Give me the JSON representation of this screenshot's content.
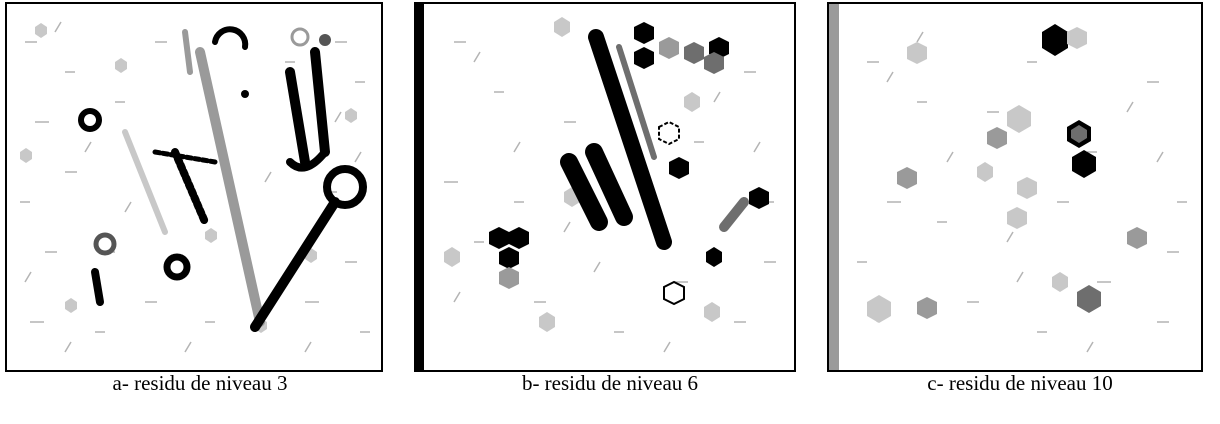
{
  "panels": [
    {
      "id": "a",
      "caption": "a- residu de niveau 3"
    },
    {
      "id": "b",
      "caption": "b- residu de niveau 6"
    },
    {
      "id": "c",
      "caption": "c- residu de niveau 10"
    }
  ],
  "colors": {
    "black": "#000000",
    "dark_gray": "#6e6e6e",
    "mid_gray": "#9a9a9a",
    "light_gray": "#c8c8c8",
    "white": "#ffffff"
  }
}
